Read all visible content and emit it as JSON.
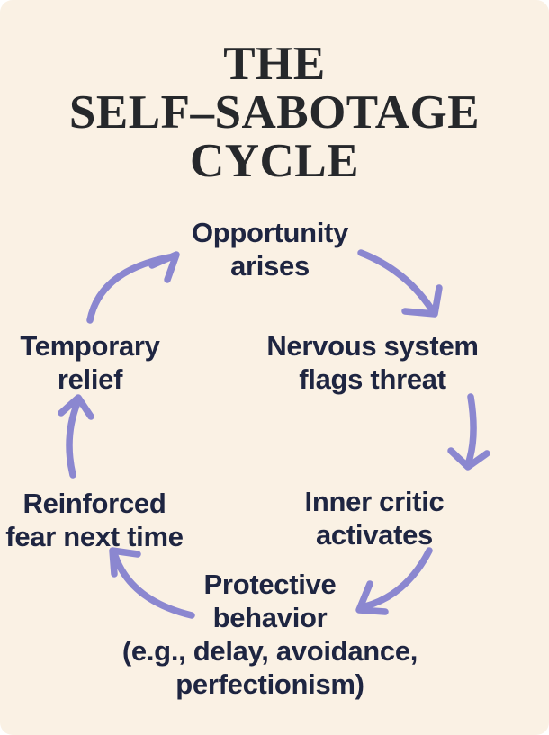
{
  "background_color": "#faf1e4",
  "title": {
    "color": "#26282b",
    "lines": [
      "THE",
      "SELF–SABOTAGE",
      "CYCLE"
    ]
  },
  "cycle": {
    "text_color": "#1e2541",
    "arrow_color": "#8b87d0",
    "nodes": [
      {
        "id": "opportunity",
        "lines": [
          "Opportunity",
          "arises"
        ]
      },
      {
        "id": "nervous-system",
        "lines": [
          "Nervous system",
          "flags threat"
        ]
      },
      {
        "id": "inner-critic",
        "lines": [
          "Inner critic",
          "activates"
        ]
      },
      {
        "id": "protective-behavior",
        "lines": [
          "Protective",
          "behavior",
          "(e.g., delay, avoidance,",
          "perfectionism)"
        ]
      },
      {
        "id": "reinforced-fear",
        "lines": [
          "Reinforced",
          "fear next time"
        ]
      },
      {
        "id": "temporary-relief",
        "lines": [
          "Temporary",
          "relief"
        ]
      }
    ]
  }
}
